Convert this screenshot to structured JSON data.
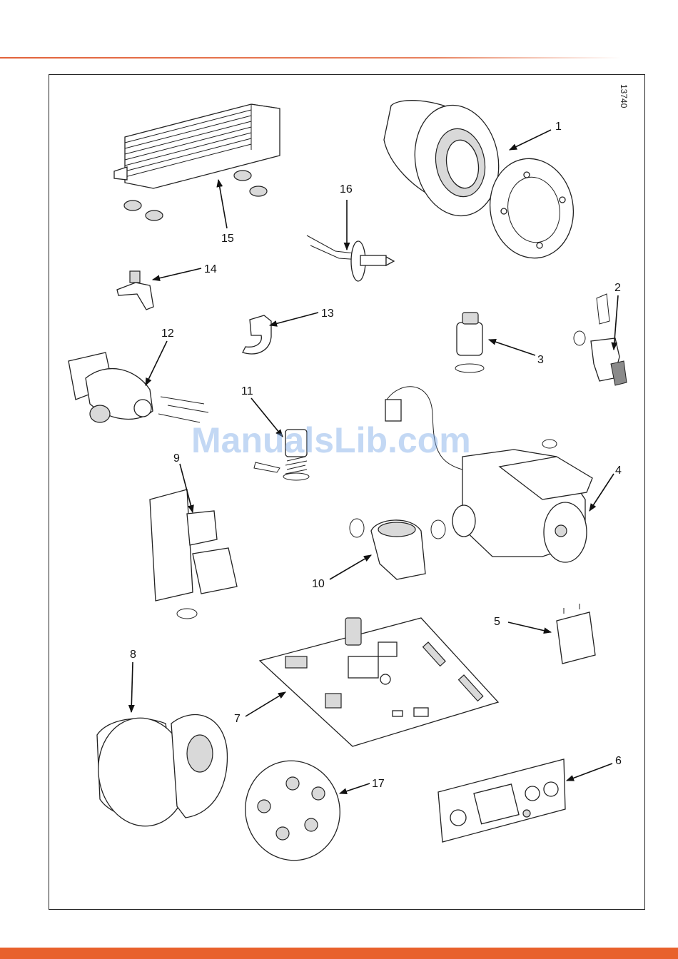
{
  "drawing_code": "13740",
  "watermark": "ManualsLib.com",
  "callouts": {
    "c1": "1",
    "c2": "2",
    "c3": "3",
    "c4": "4",
    "c5": "5",
    "c6": "6",
    "c7": "7",
    "c8": "8",
    "c9": "9",
    "c10": "10",
    "c11": "11",
    "c12": "12",
    "c13": "13",
    "c14": "14",
    "c15": "15",
    "c16": "16",
    "c17": "17"
  },
  "colors": {
    "accent": "#e8612c",
    "rule": "#e2623a",
    "line": "#222222",
    "watermark": "#7aa8e6"
  }
}
